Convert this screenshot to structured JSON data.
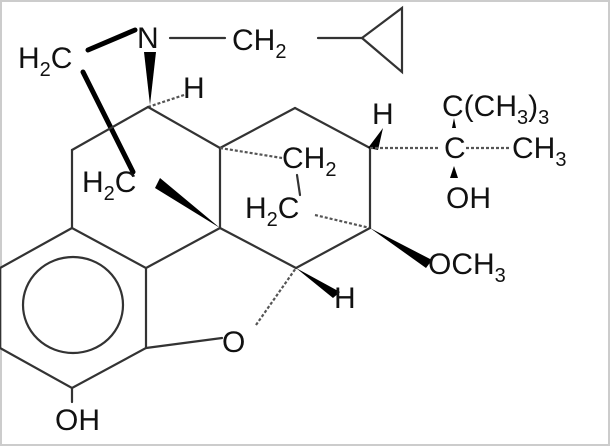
{
  "diagram": {
    "type": "chemical-structure",
    "compound_depicted": "buprenorphine skeletal structure",
    "labels": {
      "n_atom": "N",
      "n_ch2": "CH",
      "n_ch2_sub": "2",
      "h2c_bridge_top": "H",
      "h2c_bridge_top_sub": "2",
      "h2c_bridge_top_c": "C",
      "h_top": "H",
      "h_right": "H",
      "c_tbutyl": "C(CH",
      "c_tbutyl_sub": "3",
      "c_tbutyl_close": ")",
      "c_tbutyl_sub2": "3",
      "c_center": "C",
      "ch3_right": "CH",
      "ch3_right_sub": "3",
      "oh_right": "OH",
      "ch2_mid": "CH",
      "ch2_mid_sub": "2",
      "h2c_mid": "H",
      "h2c_mid_sub": "2",
      "h2c_mid_c": "C",
      "h2c_left": "H",
      "h2c_left_sub": "2",
      "h2c_left_c": "C",
      "och3": "OCH",
      "och3_sub": "3",
      "h_bottom": "H",
      "o_ring": "O",
      "oh_bottom": "OH"
    }
  }
}
